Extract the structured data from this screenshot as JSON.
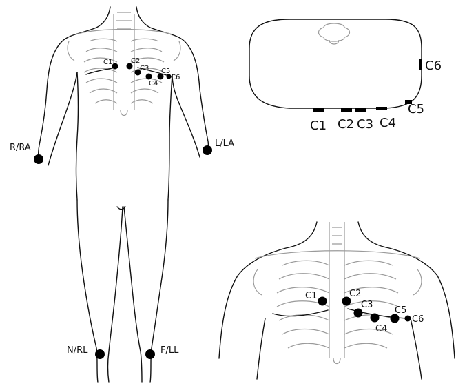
{
  "figure": {
    "full_body": {
      "limb_electrodes": [
        {
          "id": "RA",
          "label": "R/RA"
        },
        {
          "id": "LA",
          "label": "L/LA"
        },
        {
          "id": "RL",
          "label": "N/RL"
        },
        {
          "id": "LL",
          "label": "F/LL"
        }
      ],
      "chest_electrodes": [
        "C1",
        "C2",
        "C3",
        "C4",
        "C5",
        "C6"
      ]
    },
    "cross_section": {
      "electrodes": [
        "C1",
        "C2",
        "C3",
        "C4",
        "C5",
        "C6"
      ]
    },
    "chest_closeup": {
      "electrodes": [
        "C1",
        "C2",
        "C3",
        "C4",
        "C5",
        "C6"
      ]
    }
  }
}
